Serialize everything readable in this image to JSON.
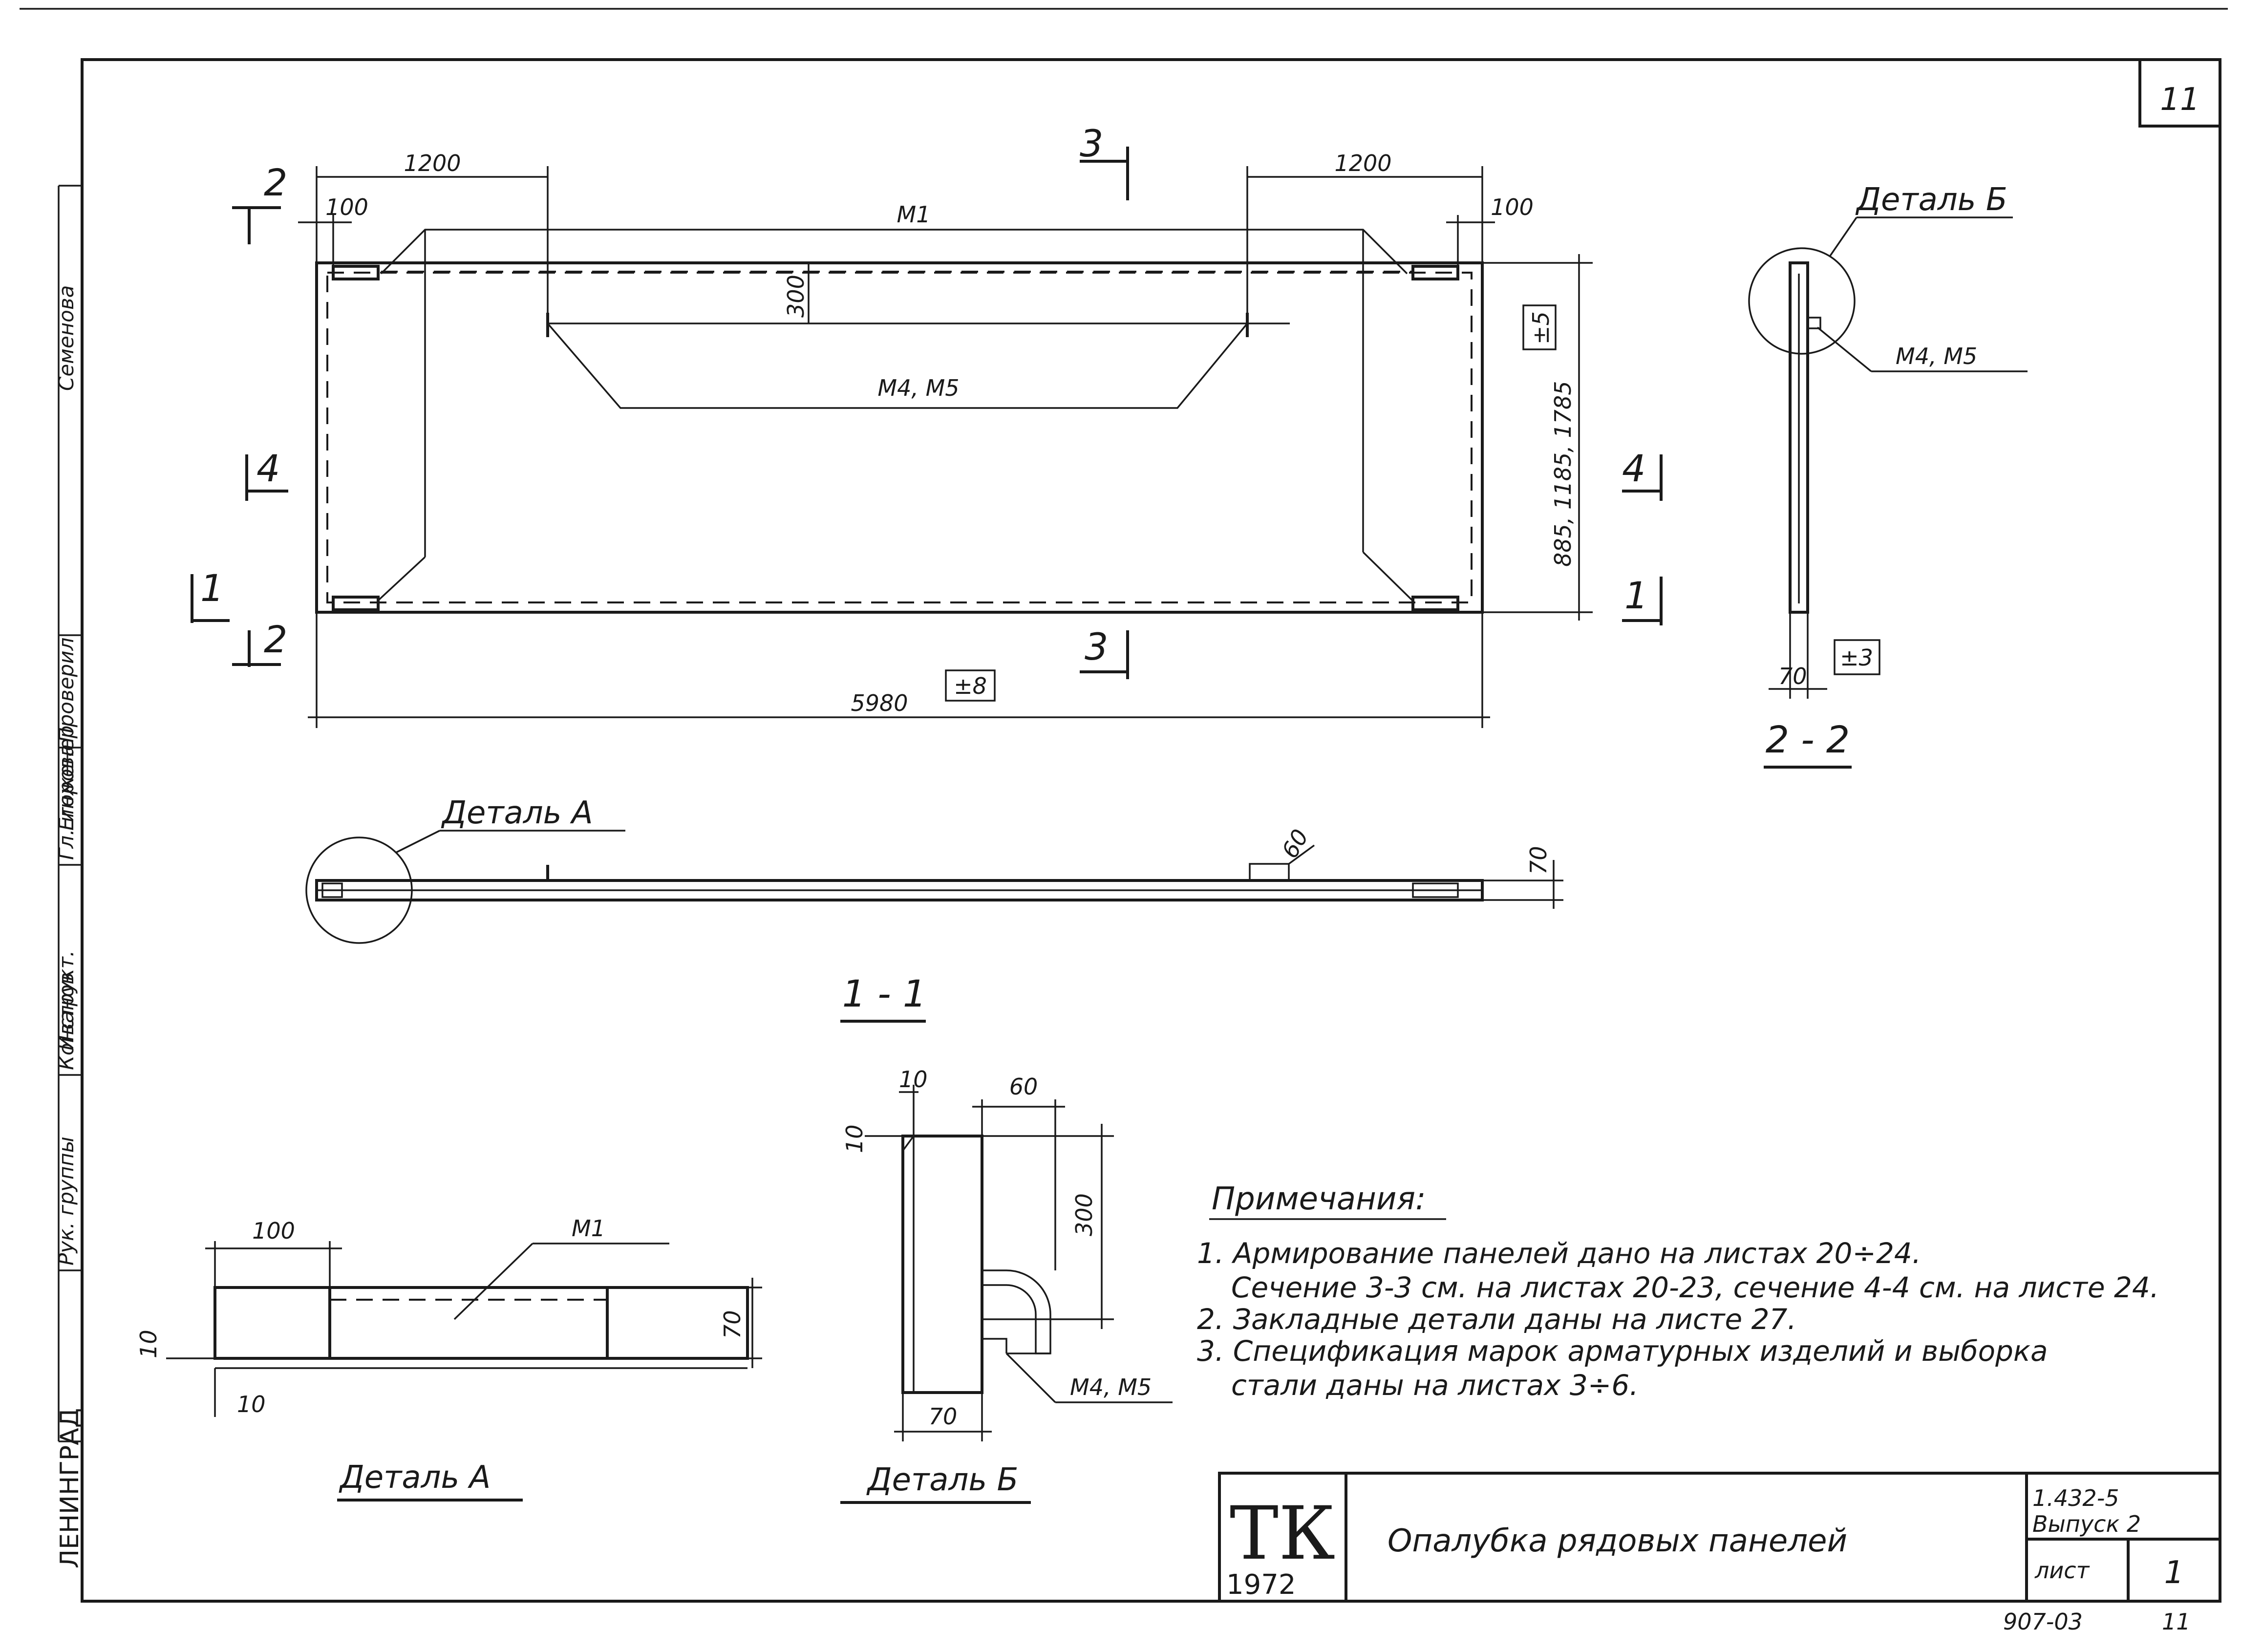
{
  "sheet": {
    "sheet_number": "11",
    "stamp_mark": "ТК",
    "stamp_year": "1972",
    "title": "Опалубка рядовых панелей",
    "series": "1.432-5",
    "issue": "Выпуск 2",
    "sheet_label": "лист",
    "sheet_value": "1",
    "archive_code": "907-03",
    "archive_sheet": "11",
    "city": "ЛЕНИНГРАД",
    "side_roles": [
      "Рук. группы",
      "Конструкт.",
      "Гл. инженер",
      "Проверил"
    ],
    "side_names": [
      "Иванов",
      "Егорова",
      "Семенова"
    ]
  },
  "plan": {
    "dim_1200_left": "1200",
    "dim_1200_right": "1200",
    "dim_100_left": "100",
    "dim_100_right": "100",
    "label_m1": "М1",
    "dim_300": "300",
    "label_m4_m5": "М4, М5",
    "dim_width": "885, 1185, 1785",
    "tol_width": "±5",
    "dim_length": "5980",
    "tol_length": "±8",
    "cut_2": "2",
    "cut_3": "3",
    "cut_4": "4",
    "cut_1": "1"
  },
  "section_1_1": {
    "title": "1 - 1",
    "detail_a_label": "Деталь А",
    "dim_60": "60",
    "dim_70": "70"
  },
  "section_2_2": {
    "title": "2 - 2",
    "detail_b_label": "Деталь Б",
    "label_m4_m5": "М4, М5",
    "dim_70": "70",
    "tol": "±3"
  },
  "detail_a": {
    "title": "Деталь А",
    "dim_100": "100",
    "label_m1": "М1",
    "dim_70": "70",
    "dim_10_left": "10",
    "dim_10_bottom": "10"
  },
  "detail_b": {
    "title": "Деталь Б",
    "dim_10_top": "10",
    "dim_10_left": "10",
    "dim_60": "60",
    "dim_300": "300",
    "dim_70": "70",
    "label_m4_m5": "М4, М5"
  },
  "notes": {
    "heading": "Примечания:",
    "lines": [
      "1. Армирование панелей дано на листах 20÷24.",
      "Сечение 3-3 см. на листах 20-23, сечение 4-4 см. на листе 24.",
      "2. Закладные детали даны на листе 27.",
      "3. Спецификация марок арматурных изделий и выборка",
      "стали даны на листах 3÷6."
    ]
  }
}
